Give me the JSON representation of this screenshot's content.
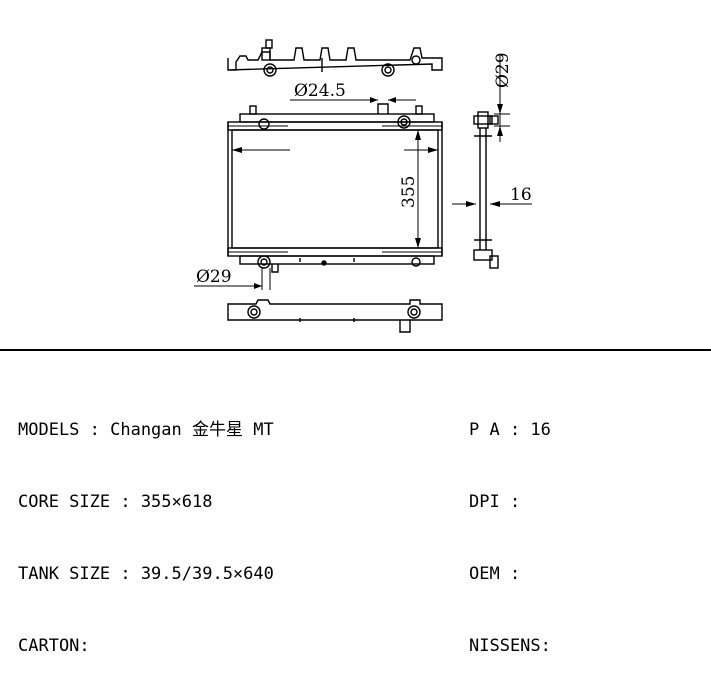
{
  "drawing": {
    "dimensions": {
      "inlet_diameter": "Ø24.5",
      "outlet_diameter": "Ø29",
      "side_diameter": "Ø29",
      "core_height": "355",
      "core_thickness": "16"
    }
  },
  "specs": {
    "models_label": "MODELS : Changan 金牛星 MT",
    "core_size_label": "CORE SIZE : 355×618",
    "tank_size_label": "TANK SIZE : 39.5/39.5×640",
    "carton_label": "CARTON:",
    "pa_label": "P A : 16",
    "dpi_label": "DPI :",
    "oem_label": "OEM :",
    "nissens_label": "NISSENS:"
  }
}
